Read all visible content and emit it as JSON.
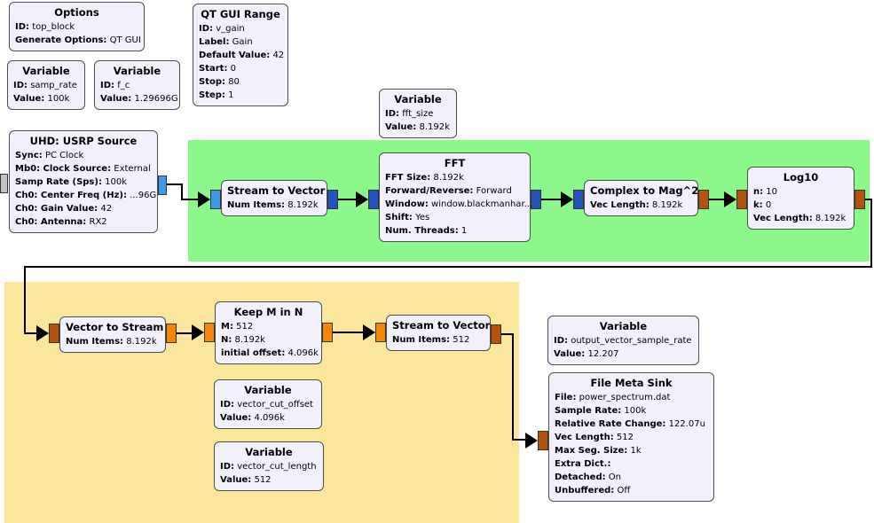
{
  "app": "GNU Radio Companion flowgraph",
  "colors": {
    "region_green": "#8CF88C",
    "region_yellow": "#FAE79B",
    "block_fill": "#F2F0FB",
    "block_border": "#4F4F4F",
    "port_complex": "#3D9AE8",
    "port_vcomplex": "#2353BB",
    "port_float": "#F6860A",
    "port_vfloat": "#B4530C",
    "port_msg": "#C4C4C4",
    "wire": "#000000"
  },
  "blocks": {
    "options": {
      "title": "Options",
      "params": [
        {
          "key": "ID:",
          "value": "top_block"
        },
        {
          "key": "Generate Options:",
          "value": "QT GUI"
        }
      ]
    },
    "qt_gui_range": {
      "title": "QT GUI Range",
      "params": [
        {
          "key": "ID:",
          "value": "v_gain"
        },
        {
          "key": "Label:",
          "value": "Gain"
        },
        {
          "key": "Default Value:",
          "value": "42"
        },
        {
          "key": "Start:",
          "value": "0"
        },
        {
          "key": "Stop:",
          "value": "80"
        },
        {
          "key": "Step:",
          "value": "1"
        }
      ]
    },
    "var_samp_rate": {
      "title": "Variable",
      "params": [
        {
          "key": "ID:",
          "value": "samp_rate"
        },
        {
          "key": "Value:",
          "value": "100k"
        }
      ]
    },
    "var_f_c": {
      "title": "Variable",
      "params": [
        {
          "key": "ID:",
          "value": "f_c"
        },
        {
          "key": "Value:",
          "value": "1.29696G"
        }
      ]
    },
    "var_fft_size": {
      "title": "Variable",
      "params": [
        {
          "key": "ID:",
          "value": "fft_size"
        },
        {
          "key": "Value:",
          "value": "8.192k"
        }
      ]
    },
    "uhd_usrp_source": {
      "title": "UHD: USRP Source",
      "params": [
        {
          "key": "Sync:",
          "value": "PC Clock"
        },
        {
          "key": "Mb0: Clock Source:",
          "value": "External"
        },
        {
          "key": "Samp Rate (Sps):",
          "value": "100k"
        },
        {
          "key": "Ch0: Center Freq (Hz):",
          "value": "...96G"
        },
        {
          "key": "Ch0: Gain Value:",
          "value": "42"
        },
        {
          "key": "Ch0: Antenna:",
          "value": "RX2"
        }
      ]
    },
    "stream_to_vector_1": {
      "title": "Stream to Vector",
      "params": [
        {
          "key": "Num Items:",
          "value": "8.192k"
        }
      ]
    },
    "fft": {
      "title": "FFT",
      "params": [
        {
          "key": "FFT Size:",
          "value": "8.192k"
        },
        {
          "key": "Forward/Reverse:",
          "value": "Forward"
        },
        {
          "key": "Window:",
          "value": "window.blackmanhar..."
        },
        {
          "key": "Shift:",
          "value": "Yes"
        },
        {
          "key": "Num. Threads:",
          "value": "1"
        }
      ]
    },
    "complex_to_mag_sq": {
      "title": "Complex to Mag^2",
      "params": [
        {
          "key": "Vec Length:",
          "value": "8.192k"
        }
      ]
    },
    "log10": {
      "title": "Log10",
      "params": [
        {
          "key": "n:",
          "value": "10"
        },
        {
          "key": "k:",
          "value": "0"
        },
        {
          "key": "Vec Length:",
          "value": "8.192k"
        }
      ]
    },
    "vector_to_stream": {
      "title": "Vector to Stream",
      "params": [
        {
          "key": "Num Items:",
          "value": "8.192k"
        }
      ]
    },
    "keep_m_in_n": {
      "title": "Keep M in N",
      "params": [
        {
          "key": "M:",
          "value": "512"
        },
        {
          "key": "N:",
          "value": "8.192k"
        },
        {
          "key": "initial offset:",
          "value": "4.096k"
        }
      ]
    },
    "stream_to_vector_2": {
      "title": "Stream to Vector",
      "params": [
        {
          "key": "Num Items:",
          "value": "512"
        }
      ]
    },
    "var_vector_cut_offset": {
      "title": "Variable",
      "params": [
        {
          "key": "ID:",
          "value": "vector_cut_offset"
        },
        {
          "key": "Value:",
          "value": "4.096k"
        }
      ]
    },
    "var_vector_cut_length": {
      "title": "Variable",
      "params": [
        {
          "key": "ID:",
          "value": "vector_cut_length"
        },
        {
          "key": "Value:",
          "value": "512"
        }
      ]
    },
    "var_output_vector_sample_rate": {
      "title": "Variable",
      "params": [
        {
          "key": "ID:",
          "value": "output_vector_sample_rate"
        },
        {
          "key": "Value:",
          "value": "12.207"
        }
      ]
    },
    "file_meta_sink": {
      "title": "File Meta Sink",
      "params": [
        {
          "key": "File:",
          "value": "power_spectrum.dat"
        },
        {
          "key": "Sample Rate:",
          "value": "100k"
        },
        {
          "key": "Relative Rate Change:",
          "value": "122.07u"
        },
        {
          "key": "Vec Length:",
          "value": "512"
        },
        {
          "key": "Max Seg. Size:",
          "value": "1k"
        },
        {
          "key": "Extra Dict.:",
          "value": ""
        },
        {
          "key": "Detached:",
          "value": "On"
        },
        {
          "key": "Unbuffered:",
          "value": "Off"
        }
      ]
    }
  }
}
